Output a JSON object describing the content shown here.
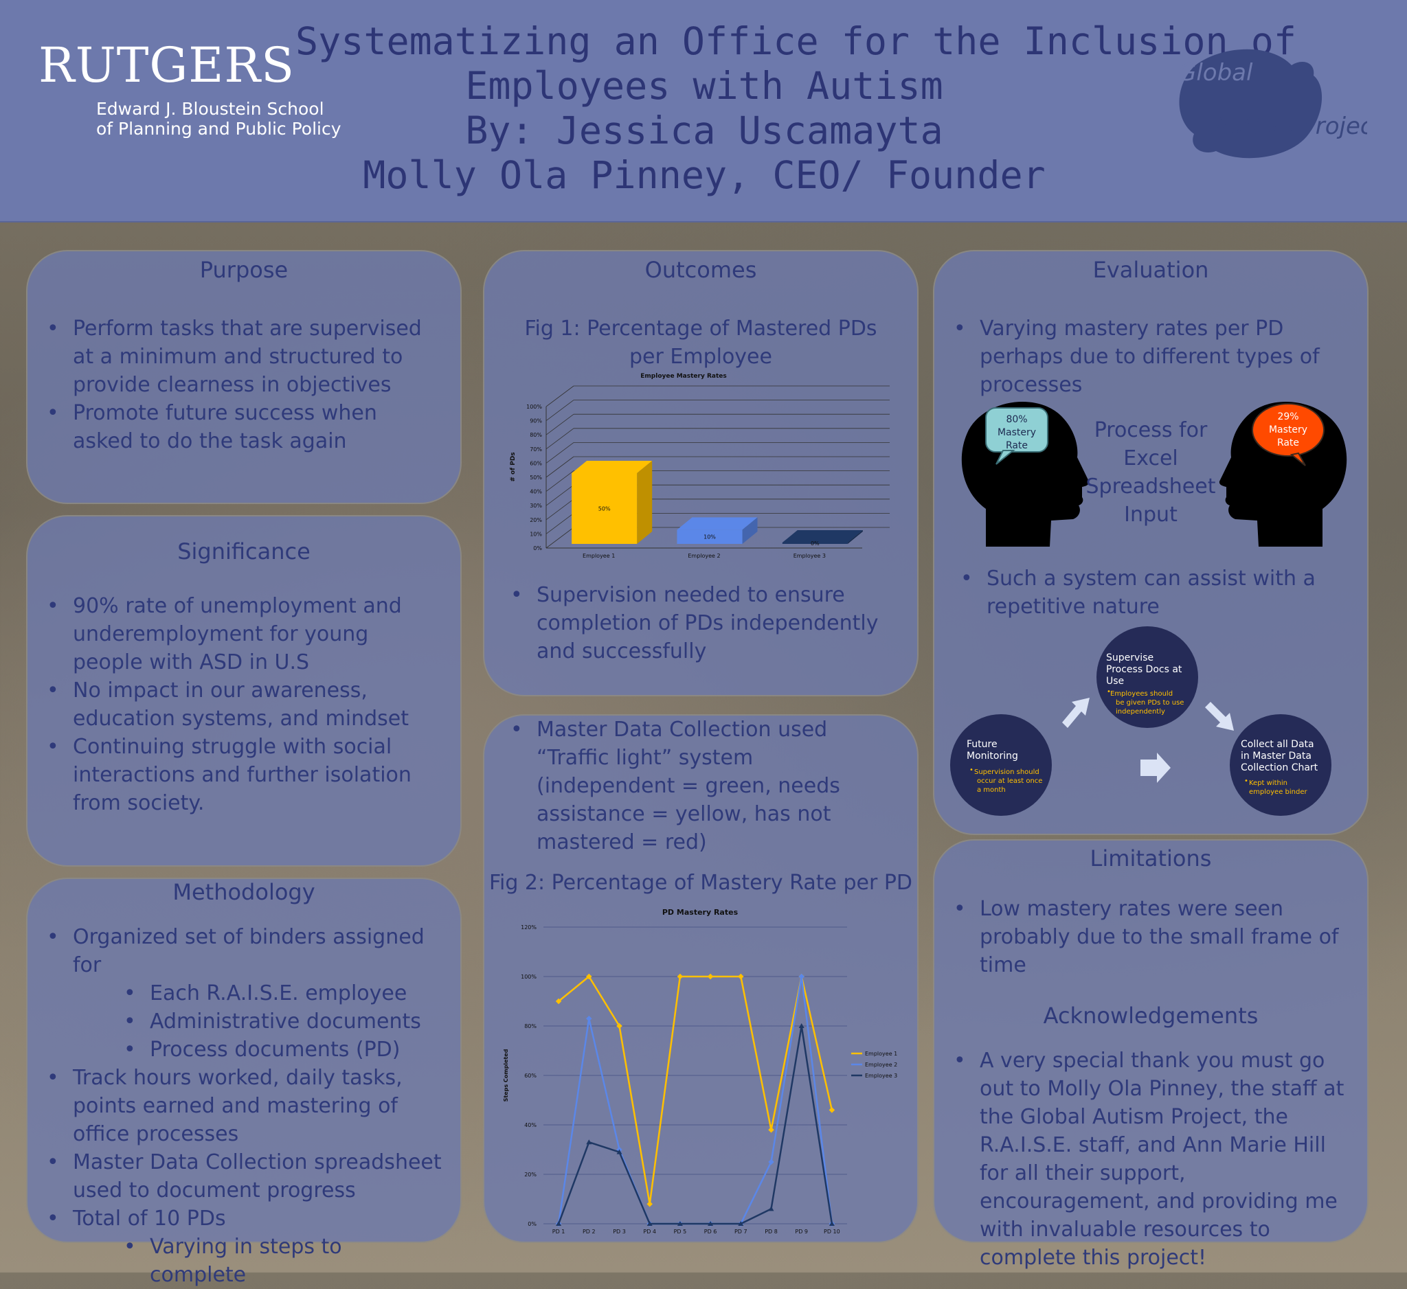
{
  "header": {
    "logo_word": "RUTGERS",
    "logo_school_line1": "Edward J. Bloustein School",
    "logo_school_line2": "of Planning and Public Policy",
    "title_line1": "Systematizing an Office for the Inclusion of",
    "title_line2": "Employees with Autism",
    "title_line3": "By: Jessica Uscamayta",
    "title_line4": "Molly Ola Pinney, CEO/ Founder",
    "partner_logo_line1": "Global",
    "partner_logo_line2": "Autism Project"
  },
  "purpose": {
    "title": "Purpose",
    "bullets": [
      "Perform tasks that are supervised at a minimum and structured to provide clearness in objectives",
      "Promote future success when asked to do the task again"
    ]
  },
  "significance": {
    "title": "Significance",
    "bullets": [
      "90% rate of unemployment and underemployment for young people with ASD in U.S",
      "No impact in our awareness, education systems, and mindset",
      "Continuing struggle with social interactions and further isolation from society."
    ]
  },
  "methodology": {
    "title": "Methodology",
    "items": [
      "Organized set of binders  assigned for",
      "Each R.A.I.S.E. employee",
      "Administrative documents",
      "Process documents (PD)",
      "Track hours worked, daily tasks, points earned and mastering of office processes",
      "Master Data Collection spreadsheet used to document progress",
      "Total of 10 PDs",
      "Varying in steps to complete"
    ]
  },
  "outcomes": {
    "title": "Outcomes",
    "fig1_caption": "Fig 1: Percentage of Mastered PDs per Employee",
    "bullet": "Supervision needed to ensure completion of PDs independently and successfully"
  },
  "outcomes2": {
    "bullet": "Master Data Collection used “Traffic light” system (independent = green, needs assistance = yellow, has not mastered = red)",
    "fig2_caption": "Fig 2: Percentage of Mastery Rate per PD"
  },
  "evaluation": {
    "title": "Evaluation",
    "bullet1": "Varying mastery rates per PD perhaps due to different types of processes",
    "head_left_bubble": [
      "80%",
      "Mastery",
      "Rate"
    ],
    "head_right_bubble": [
      "29%",
      "Mastery",
      "Rate"
    ],
    "center_text": [
      "Process for",
      "Excel",
      "Spreadsheet",
      "Input"
    ],
    "bullet2": "Such a system can assist with a repetitive nature",
    "cycle": {
      "top_title": [
        "Supervise",
        "Process Docs at",
        "Use"
      ],
      "top_note": [
        "Employees should",
        "be given PDs to use",
        "independently"
      ],
      "left_title": [
        "Future",
        "Monitoring"
      ],
      "left_note": [
        "Supervision should",
        "occur at least once",
        "a month"
      ],
      "right_title": [
        "Collect all Data",
        "in Master Data",
        "Collection Chart"
      ],
      "right_note": [
        "Kept within",
        "employee binder"
      ]
    }
  },
  "limitations": {
    "title": "Limitations",
    "bullet": "Low mastery rates were seen probably due to the small frame of time",
    "ack_title": "Acknowledgements",
    "ack_bullet": "A very special thank you must go out to Molly Ola Pinney, the staff at the Global Autism Project, the R.A.I.S.E. staff, and Ann Marie Hill for all their support, encouragement, and providing me with invaluable resources to complete this project!"
  },
  "chart_data": [
    {
      "type": "bar",
      "title": "Employee Mastery Rates",
      "ylabel": "# of PDs",
      "xlabel": "",
      "categories": [
        "Employee 1",
        "Employee 2",
        "Employee 3"
      ],
      "values": [
        50,
        10,
        0
      ],
      "value_labels": [
        "50%",
        "10%",
        "0%"
      ],
      "colors": [
        "#ffc000",
        "#5b87e8",
        "#1f3864"
      ],
      "ylim": [
        0,
        100
      ],
      "yticks": [
        "0%",
        "10%",
        "20%",
        "30%",
        "40%",
        "50%",
        "60%",
        "70%",
        "80%",
        "90%",
        "100%"
      ],
      "grid": true,
      "style": "3d"
    },
    {
      "type": "line",
      "title": "PD Mastery Rates",
      "ylabel": "Steps Completed",
      "xlabel": "",
      "categories": [
        "PD 1",
        "PD 2",
        "PD 3",
        "PD 4",
        "PD 5",
        "PD 6",
        "PD 7",
        "PD 8",
        "PD 9",
        "PD 10"
      ],
      "series": [
        {
          "name": "Employee 1",
          "color": "#ffc000",
          "values": [
            90,
            100,
            80,
            8,
            100,
            100,
            100,
            38,
            100,
            46
          ]
        },
        {
          "name": "Employee 2",
          "color": "#5b87e8",
          "values": [
            0,
            83,
            30,
            0,
            0,
            0,
            0,
            25,
            100,
            0
          ]
        },
        {
          "name": "Employee 3",
          "color": "#1f3864",
          "values": [
            0,
            33,
            29,
            0,
            0,
            0,
            0,
            6,
            80,
            0
          ]
        }
      ],
      "ylim": [
        0,
        120
      ],
      "yticks": [
        "0%",
        "20%",
        "40%",
        "60%",
        "80%",
        "100%",
        "120%"
      ],
      "grid": true,
      "legend": "right"
    }
  ]
}
